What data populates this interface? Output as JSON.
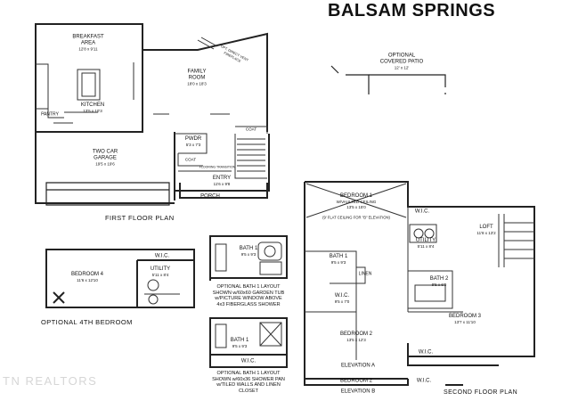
{
  "title": "BALSAM SPRINGS",
  "watermark": "TN REALTORS",
  "first_floor": {
    "caption": "FIRST FLOOR PLAN",
    "breakfast": {
      "name": "BREAKFAST AREA",
      "dim": "12'8 x 9'11"
    },
    "family": {
      "name": "FAMILY ROOM",
      "dim": "18'0 x 18'3"
    },
    "fireplace": "OPT. DIRECT VENT FIREPLACE",
    "kitchen": {
      "name": "KITCHEN",
      "dim": "13'5 x 10'3"
    },
    "pantry": "PANTRY",
    "garage": {
      "name": "TWO CAR GARAGE",
      "dim": "19'5 x 19'6"
    },
    "pwdr": {
      "name": "PWDR",
      "dim": "5'3 x 7'3"
    },
    "coat1": "COAT",
    "coat2": "COAT",
    "entry": {
      "name": "ENTRY",
      "dim": "11'6 x 9'8"
    },
    "porch": "PORCH",
    "flooring": "FLOORING TRANSITION",
    "patio": {
      "name": "OPTIONAL COVERED PATIO",
      "dim": "12' x 12'"
    }
  },
  "optional_4th": {
    "caption": "OPTIONAL 4TH BEDROOM",
    "bedroom4": {
      "name": "BEDROOM 4",
      "dim": "11'6 x 12'10"
    },
    "wic": "W.I.C.",
    "utility": {
      "name": "UTILITY",
      "dim": "5'11 x 8'4"
    }
  },
  "bath_opt1": {
    "name": "BATH 1",
    "dim": "9'5 x 9'3",
    "note": "OPTIONAL BATH 1 LAYOUT\nSHOWN w/60x60 GARDEN TUB\nw/PICTURE WINDOW ABOVE\n4x3 FIBERGLASS SHOWER"
  },
  "bath_opt2": {
    "name": "BATH 1",
    "dim": "9'5 x 9'3",
    "wic": "W.I.C.",
    "note": "OPTIONAL BATH 1 LAYOUT\nSHOWN w/60x36 SHOWER PAN\nw/TILED WALLS AND LINEN\nCLOSET"
  },
  "second_floor": {
    "caption": "SECOND FLOOR PLAN",
    "bedroom1": {
      "name": "BEDROOM 1",
      "dim1": "W/VAULTED CEILING",
      "dim2": "13'5 x 15'0"
    },
    "flat_ceiling": "(9' FLAT CEILING FOR \"B\" ELEVATION)",
    "wic1": "W.I.C.",
    "loft": {
      "name": "LOFT",
      "dim": "11'8 x 13'2"
    },
    "utility": {
      "name": "UTILITY",
      "dim": "5'11 x 8'4"
    },
    "bath1": {
      "name": "BATH 1",
      "dim": "9'5 x 9'3"
    },
    "linen": "LINEN",
    "wic2": {
      "name": "W.I.C.",
      "dim": "9'5 x 7'0"
    },
    "bath2": {
      "name": "BATH 2",
      "dim": "9'5 x 6'0"
    },
    "bedroom3": {
      "name": "BEDROOM 3",
      "dim": "13'7 x 11'10"
    },
    "bedroom2": {
      "name": "BEDROOM 2",
      "dim": "13'5 x 12'3"
    },
    "wic3": "W.I.C.",
    "elevation_a": "ELEVATION A",
    "bedroom2b": "BEDROOM 2",
    "wic4": "W.I.C.",
    "elevation_b": "ELEVATION B"
  },
  "colors": {
    "walls": "#222222",
    "paper": "#ffffff",
    "watermark": "#d6d6d6"
  }
}
